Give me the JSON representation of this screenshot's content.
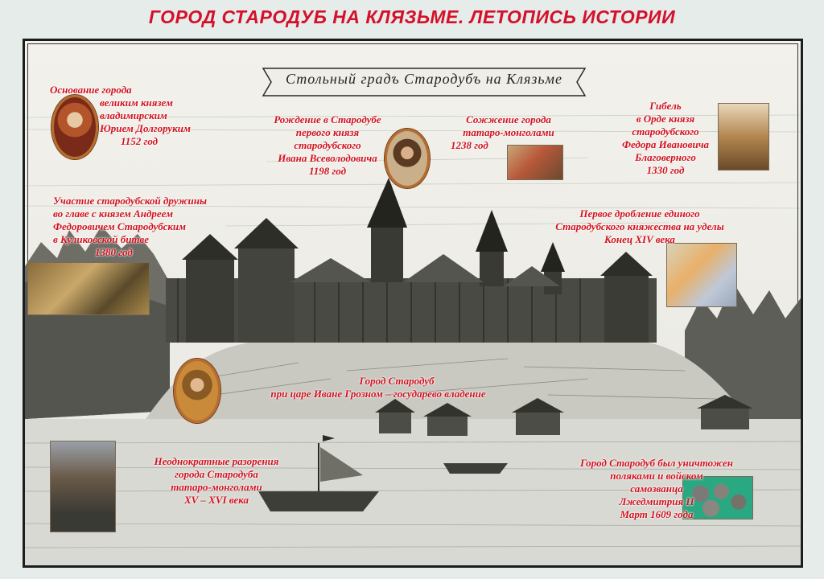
{
  "title": "ГОРОД СТАРОДУБ НА КЛЯЗЬМЕ. ЛЕТОПИСЬ ИСТОРИИ",
  "banner": "Стольный градъ Стародубъ на Клязьме",
  "captions": {
    "founding": [
      "Основание города",
      "великим князем",
      "владимирским",
      "Юрием Долгоруким",
      "1152 год"
    ],
    "birth": [
      "Рождение в Стародубе",
      "первого князя",
      "стародубского",
      "Ивана Всеволодовича",
      "1198 год"
    ],
    "burning": [
      "Сожжение города",
      "татаро-монголами",
      "1238 год"
    ],
    "death": [
      "Гибель",
      "в Орде князя",
      "стародубского",
      "Федора Ивановича",
      "Благоверного",
      "1330 год"
    ],
    "kulikovo": [
      "Участие стародубской дружины",
      "во главе с князем Андреем",
      "Федоровичем Стародубским",
      "в Куликовской битве",
      "1380 год"
    ],
    "division": [
      "Первое дробление единого",
      "Стародубского княжества на уделы",
      "Конец XIV века"
    ],
    "ivan": [
      "Город Стародуб",
      "при царе Иване Грозном – государево владение"
    ],
    "ruins": [
      "Неоднократные разорения",
      "города Стародуба",
      "татаро-монголами",
      "XV – XVI века"
    ],
    "destroyed": [
      "Город Стародуб был уничтожен",
      "поляками и войском",
      "самозванца",
      "Лжедмитрия II",
      "Март 1609 года"
    ]
  },
  "colors": {
    "caption": "#d1121f",
    "title": "#d4102a",
    "background": "#e6ecea"
  }
}
